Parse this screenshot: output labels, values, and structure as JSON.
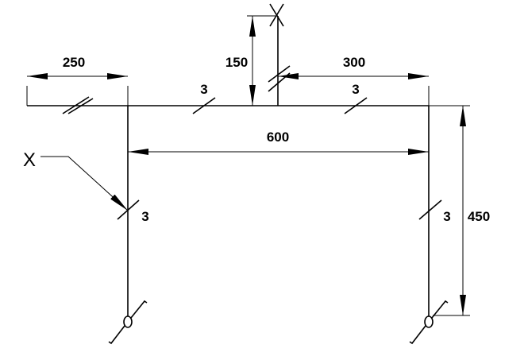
{
  "drawing": {
    "dimensions": {
      "overhang": "250",
      "post_height": "150",
      "right_segment": "300",
      "span": "600",
      "column_height": "450"
    },
    "weld_labels": {
      "beam_left": "3",
      "beam_right": "3",
      "column_left": "3",
      "column_right": "3"
    },
    "section_marker": "X",
    "line_color": "#000000"
  }
}
